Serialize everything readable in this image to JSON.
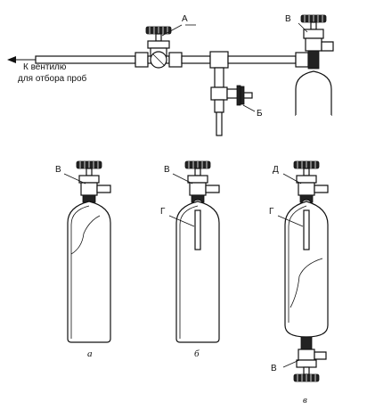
{
  "labels": {
    "a": "А",
    "b": "Б",
    "v": "В",
    "g": "Г",
    "d": "Д"
  },
  "arrow_text": {
    "line1": "К вентилю",
    "line2": "для отбора проб"
  },
  "captions": {
    "a": "а",
    "b": "б",
    "v": "в"
  }
}
